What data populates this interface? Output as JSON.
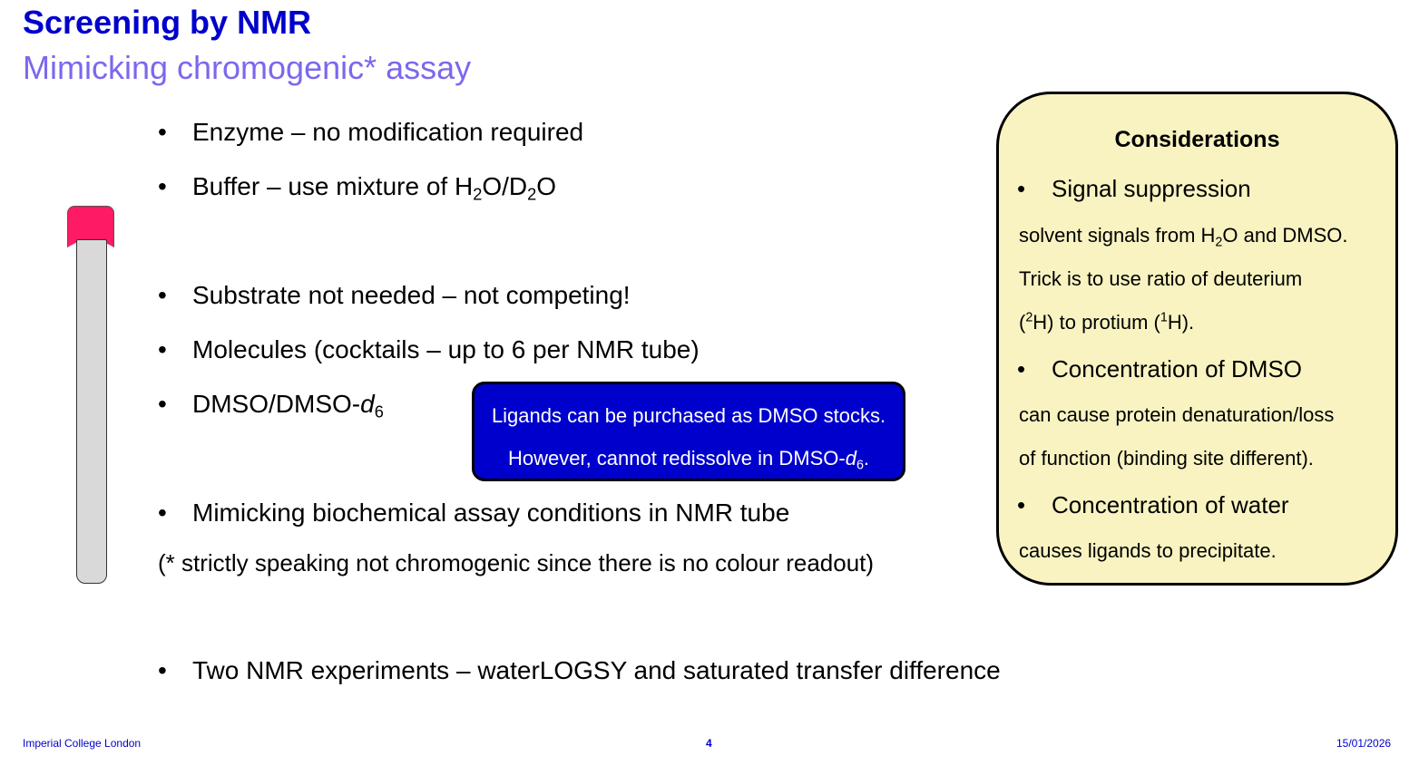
{
  "slide": {
    "title": "Screening by NMR",
    "subtitle": "Mimicking chromogenic* assay"
  },
  "bullets": {
    "enzyme": "Enzyme – no modification required",
    "buffer_prefix": "Buffer – use mixture of H",
    "buffer_sub1": "2",
    "buffer_mid": "O/D",
    "buffer_sub2": "2",
    "buffer_suffix": "O",
    "substrate": "Substrate not needed – not competing!",
    "molecules": "Molecules (cocktails – up to 6 per NMR tube)",
    "dmso_prefix": "DMSO/DMSO-",
    "dmso_d": "d",
    "dmso_sub": "6",
    "mimicking": "Mimicking biochemical assay conditions in NMR tube",
    "note": "(* strictly speaking not chromogenic since there is no colour readout)",
    "experiments": "Two NMR experiments – waterLOGSY and saturated transfer difference",
    "bullet_char": "•"
  },
  "callout": {
    "line1": "Ligands can be purchased as DMSO stocks.",
    "line2_prefix": "However, cannot redissolve in DMSO-",
    "line2_d": "d",
    "line2_sub": "6",
    "line2_suffix": "."
  },
  "considerations": {
    "title": "Considerations",
    "b1": "Signal suppression",
    "b1_l1_prefix": "solvent signals from H",
    "b1_l1_sub": "2",
    "b1_l1_suffix": "O and DMSO.",
    "b1_l2": "Trick is to use ratio of deuterium",
    "b1_l3_a": "(",
    "b1_l3_sup1": "2",
    "b1_l3_b": "H) to protium (",
    "b1_l3_sup2": "1",
    "b1_l3_c": "H).",
    "b2": "Concentration of DMSO",
    "b2_l1": "can cause protein denaturation/loss",
    "b2_l2": "of function (binding site different).",
    "b3": "Concentration of water",
    "b3_l1": "causes ligands to precipitate."
  },
  "footer": {
    "institution": "Imperial College London",
    "page": "4",
    "date": "15/01/2026"
  },
  "colors": {
    "title": "#0000cc",
    "subtitle": "#7b68ee",
    "callout_bg": "#0000cc",
    "considerations_bg": "#f8f3c1",
    "tube_cap": "#ff1a66",
    "tube_body": "#d9d9d9"
  }
}
